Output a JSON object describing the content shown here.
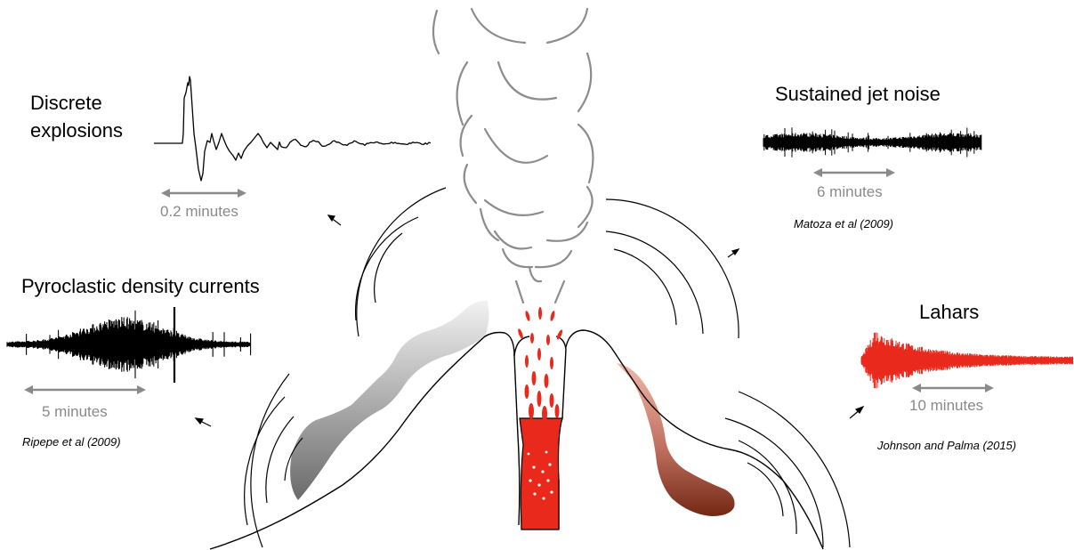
{
  "panels": {
    "discrete": {
      "title_line1": "Discrete",
      "title_line2": "explosions",
      "scale": "0.2 minutes"
    },
    "jet": {
      "title": "Sustained jet noise",
      "scale": "6 minutes",
      "citation": "Matoza et al (2009)"
    },
    "pdc": {
      "title": "Pyroclastic density currents",
      "scale": "5 minutes",
      "citation": "Ripepe et al (2009)"
    },
    "lahars": {
      "title": "Lahars",
      "scale": "10 minutes",
      "citation": "Johnson and Palma (2015)"
    }
  },
  "colors": {
    "waveform_black": "#000000",
    "waveform_red": "#e8291c",
    "scale_arrow": "#8a8a8a",
    "plume": "#8c8c8c",
    "magma": "#e8291c",
    "lahar_top": "#e8b0a0",
    "lahar_bottom": "#7a2a16",
    "pdc_top": "#eeeeee",
    "pdc_bottom": "#6a6a6a"
  },
  "icons": {
    "wavefront": "concentric-arc-icon",
    "plume": "ash-plume-icon",
    "volcano": "volcano-cross-section-icon"
  }
}
